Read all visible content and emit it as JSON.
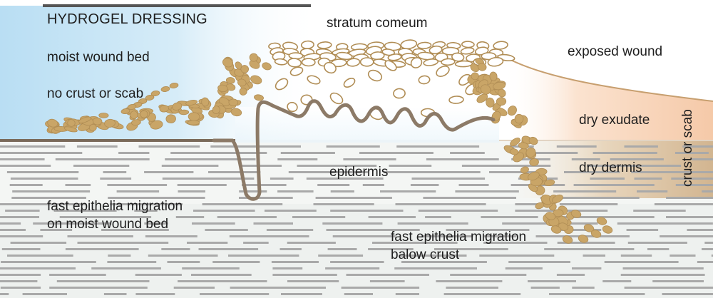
{
  "labels": {
    "hydrogel": "HYDROGEL DRESSING",
    "moist_bed": "moist wound bed",
    "no_crust": "no crust or scab",
    "stratum": "stratum comeum",
    "exposed": "exposed wound",
    "dry_exudate": "dry exudate",
    "dry_dermis": "dry dermis",
    "crust_scab": "crust or scab",
    "epidermis": "epidermis",
    "fast_moist_1": "fast epithelia migration",
    "fast_moist_2": "on moist wound bed",
    "fast_crust_1": "fast epithelia migration",
    "fast_crust_2": "balow crust"
  },
  "colors": {
    "hydrogel_blue": "#bfe1f4",
    "tissue_bg": "#eef1ef",
    "dermis_stripe": "#a9a9a9",
    "exudate": "#f7d3b7",
    "dermis_tan": "#d9bf9c",
    "cell_fill": "#c9a567",
    "cell_stroke": "#b08d55",
    "membrane": "#8c7a67",
    "dressing_bar": "#555555"
  }
}
